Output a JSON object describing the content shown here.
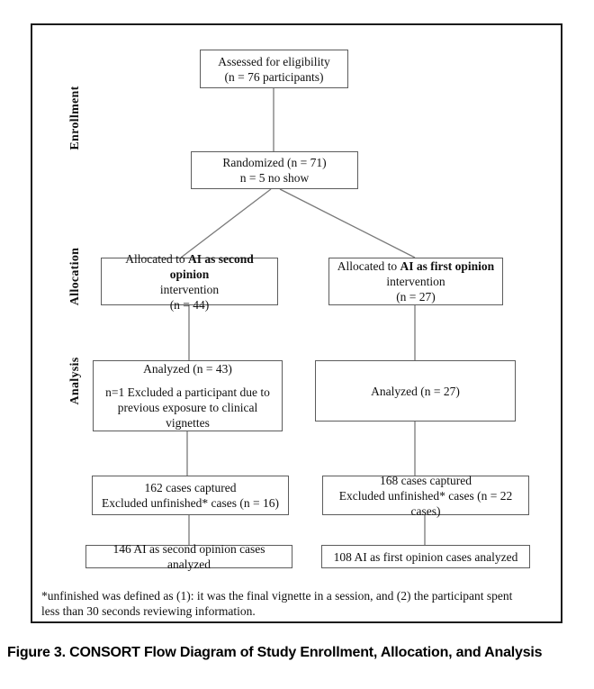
{
  "figure": {
    "caption": "Figure 3. CONSORT Flow Diagram of Study Enrollment, Allocation, and Analysis",
    "footnote_line1": "*unfinished was defined as (1): it was the final vignette in a session, and (2) the participant spent",
    "footnote_line2": "less than 30 seconds reviewing information."
  },
  "stage_labels": {
    "enrollment": "Enrollment",
    "allocation": "Allocation",
    "analysis": "Analysis"
  },
  "boxes": {
    "assessed": {
      "line1": "Assessed for eligibility",
      "line2": "(n = 76 participants)"
    },
    "randomized": {
      "line1": "Randomized (n = 71)",
      "line2": "n = 5 no show"
    },
    "alloc_left": {
      "prefix": "Allocated to ",
      "bold": "AI as second opinion",
      "line2": "intervention",
      "line3": "(n = 44)"
    },
    "alloc_right": {
      "prefix": "Allocated to ",
      "bold": "AI as first opinion",
      "line2": "intervention",
      "line3": "(n = 27)"
    },
    "analysis_left": {
      "line1": "Analyzed (n = 43)",
      "excluded": "n=1 Excluded a participant due to previous exposure to clinical vignettes"
    },
    "analysis_right": {
      "line1": "Analyzed (n = 27)"
    },
    "captured_left": {
      "line1": "162 cases captured",
      "line2": "Excluded unfinished* cases (n = 16)"
    },
    "captured_right": {
      "line1": "168 cases captured",
      "line2": "Excluded unfinished* cases (n = 22 cases)"
    },
    "final_left": {
      "line1": "146 AI as second opinion cases analyzed"
    },
    "final_right": {
      "line1": "108 AI as first opinion cases analyzed"
    }
  }
}
